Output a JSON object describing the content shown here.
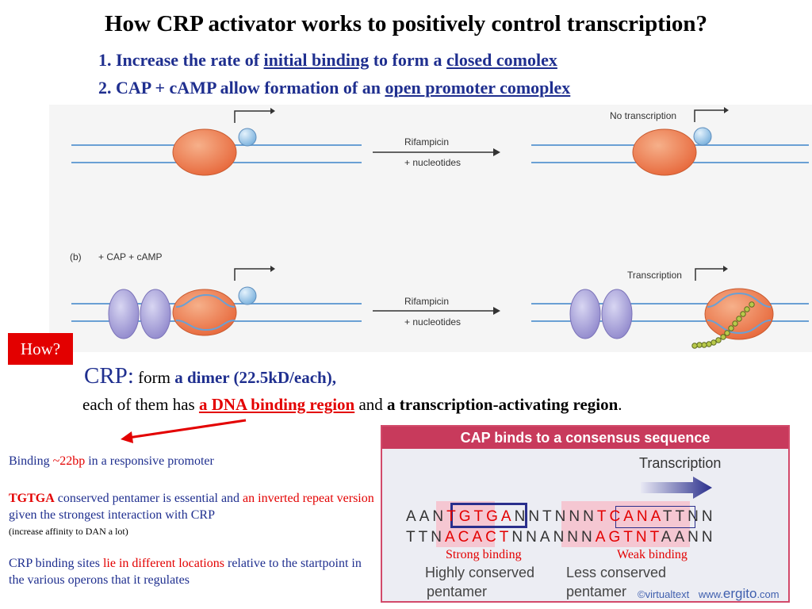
{
  "title": "How CRP activator works to positively control transcription?",
  "points": {
    "p1": {
      "prefix": "1. Increase the rate of ",
      "link1": "initial binding",
      "mid": " to form a ",
      "link2": "closed comolex"
    },
    "p2": {
      "prefix": "2. CAP + cAMP allow formation of an ",
      "link": "open promoter comoplex"
    }
  },
  "figure": {
    "top_no_transcription": "No transcription",
    "rifampicin": "Rifampicin",
    "nucleotides": "+ nucleotides",
    "panel_b": "(b)",
    "panel_b_label": "+ CAP + cAMP",
    "transcription": "Transcription"
  },
  "how_label": "How?",
  "crp": {
    "crp_label": "CRP:",
    "form": " form ",
    "dimer": "a dimer (22.5kD/each),",
    "line2_prefix": "each of them has ",
    "dna_binding": "a DNA binding region",
    "and": " and ",
    "activating": "a transcription-activating region",
    "period": "."
  },
  "notes": {
    "binding_prefix": "Binding ",
    "binding_value": "~22bp",
    "binding_suffix": " in a responsive promoter",
    "tgtga": "TGTGA",
    "tgtga_text": " conserved pentamer is essential and ",
    "inverted": "an inverted repeat version",
    "tgtga_text2": " given the strongest interaction with CRP",
    "small": "(increase affinity to DAN a lot)",
    "sites_prefix": "CRP binding sites ",
    "sites_red": "lie in different locations",
    "sites_suffix": " relative to the startpoint in the various operons that it regulates"
  },
  "cap_box": {
    "header": "CAP binds to a consensus sequence",
    "transcription": "Transcription",
    "seq_top": "AANTGTGANNTNNNTCANATTNN",
    "seq_bottom": "TTNACACTNNANNNAGTNTAANN",
    "strong": "Strong binding",
    "weak": "Weak binding",
    "highly": "Highly conserved",
    "less": "Less conserved",
    "pentamer_left": "pentamer",
    "pentamer_right": "pentamer",
    "credit1": "©virtualtext",
    "credit2": "www.",
    "credit3": "ergito",
    "credit4": ".com"
  }
}
